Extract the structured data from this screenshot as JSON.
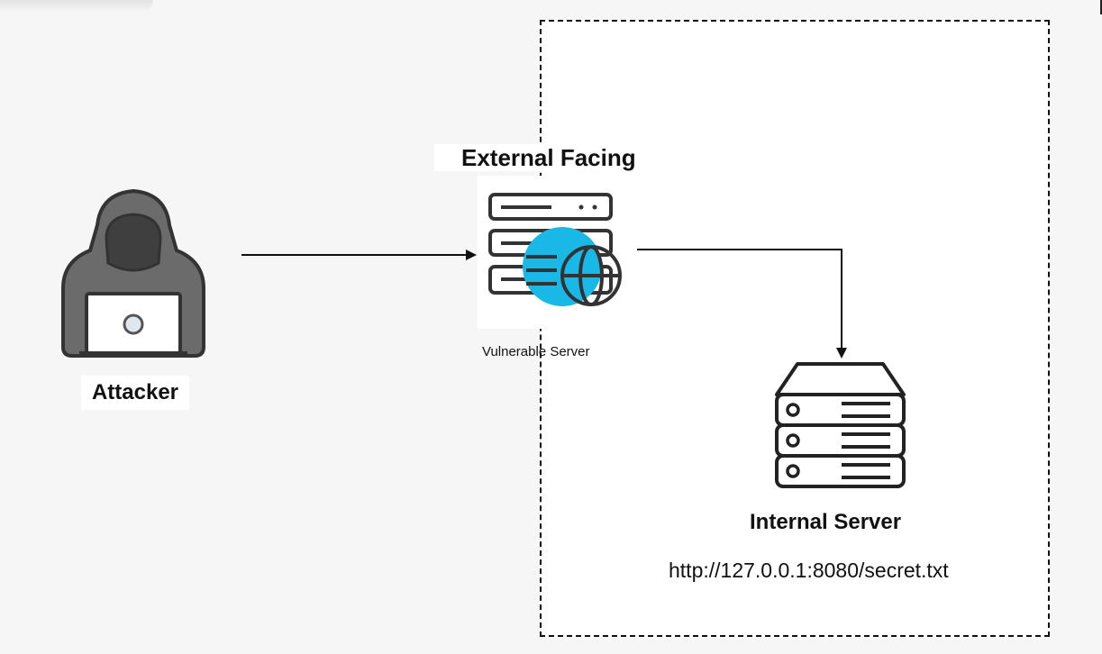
{
  "attacker": {
    "label": "Attacker",
    "icon": "hooded-hacker-laptop-icon"
  },
  "external_server": {
    "title": "External Facing",
    "caption": "Vulnerable Server",
    "icon": "web-server-globe-icon",
    "globe_color": "#1ab8e6"
  },
  "internal_server": {
    "label": "Internal Server",
    "url": "http://127.0.0.1:8080/secret.txt",
    "icon": "server-stack-icon"
  },
  "colors": {
    "hacker_gray": "#6b6b6b",
    "hacker_dark": "#4a4a4a",
    "outline": "#222222",
    "accent": "#1ab8e6"
  }
}
